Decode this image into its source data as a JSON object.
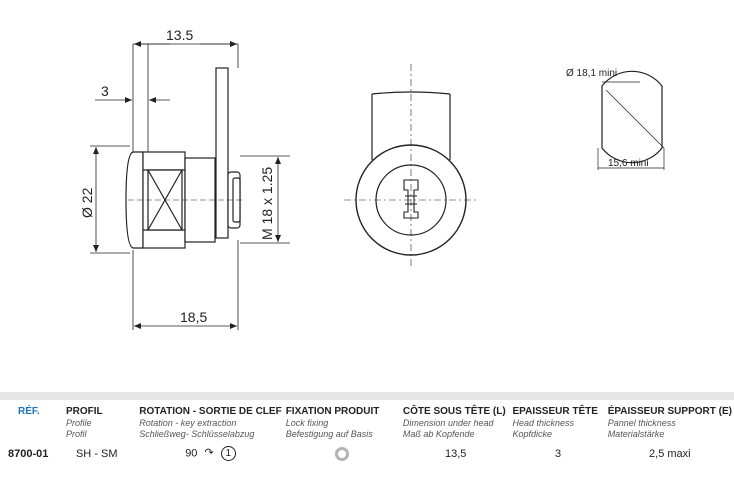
{
  "drawing": {
    "dims": {
      "width_top": "13.5",
      "flange": "3",
      "diameter": "Ø 22",
      "thread": "M 18 x 1.25",
      "length": "18,5",
      "cutout_dia": "Ø 18,1 mini",
      "cutout_flat": "15,6 mini"
    }
  },
  "table": {
    "headers": [
      {
        "h1": "RÉF.",
        "h2": "",
        "h3": ""
      },
      {
        "h1": "PROFIL",
        "h2": "Profile",
        "h3": "Profil"
      },
      {
        "h1": "ROTATION - SORTIE DE CLEF",
        "h2": "Rotation - key extraction",
        "h3": "Schließweg- Schlüsselabzug"
      },
      {
        "h1": "FIXATION PRODUIT",
        "h2": "Lock fixing",
        "h3": "Befestigung auf Basis"
      },
      {
        "h1": "CÔTE SOUS TÊTE (L)",
        "h2": "Dimension under head",
        "h3": "Maß ab Kopfende"
      },
      {
        "h1": "EPAISSEUR TÊTE",
        "h2": "Head thickness",
        "h3": "Kopfdicke"
      },
      {
        "h1": "ÉPAISSEUR SUPPORT (E)",
        "h2": "Pannel thickness",
        "h3": "Materialstärke"
      }
    ],
    "row": {
      "ref": "8700-01",
      "profil": "SH - SM",
      "rotation_deg": "90",
      "rotation_arrow": "↷",
      "rotation_mark": "1",
      "fixation_icon": "nut-icon",
      "cote": "13,5",
      "epaisseur_tete": "3",
      "epaisseur_support": "2,5 maxi"
    }
  }
}
